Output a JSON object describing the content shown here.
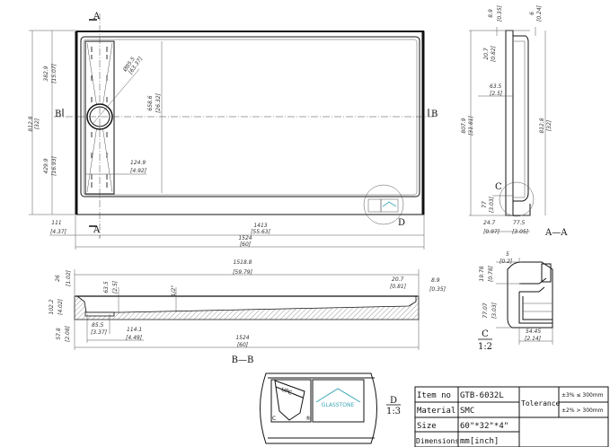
{
  "plan_view": {
    "section_a_top": "A",
    "section_a_bottom": "A",
    "section_b_left": "B",
    "section_b_right": "B",
    "detail_d": "D",
    "dims": {
      "overall_height": "812.8",
      "overall_height_in": "[32]",
      "upper": "382.9",
      "upper_in": "[15.07]",
      "lower": "429.9",
      "lower_in": "[16.93]",
      "drain_dia": "Ø85.5",
      "drain_dia_in": "[63.37]",
      "channel_len": "658.6",
      "channel_len_in": "[26.32]",
      "channel_w": "124.9",
      "channel_w_in": "[4.92]",
      "offset": "111",
      "offset_in": "[4.37]",
      "inner_len": "1413",
      "inner_len_in": "[55.63]",
      "overall_len": "1524",
      "overall_len_in": "[60]"
    }
  },
  "section_aa": {
    "title": "A—A",
    "detail_c": "C",
    "dims": {
      "a": "8.9",
      "a_in": "[0.35]",
      "b": "6",
      "b_in": "[0.24]",
      "c": "20.7",
      "c_in": "[0.82]",
      "d": "63.5",
      "d_in": "[2.5]",
      "e": "807.9",
      "e_in": "[31.81]",
      "f": "812.8",
      "f_in": "[32]",
      "g": "77",
      "g_in": "[3.03]",
      "h": "24.7",
      "h_in": "[0.97]",
      "i": "77.5",
      "i_in": "[3.05]"
    }
  },
  "section_bb": {
    "title": "B—B",
    "dims": {
      "len": "1518.8",
      "len_in": "[59.79]",
      "rim": "26",
      "rim_in": "[1.02]",
      "depth": "63.5",
      "depth_in": "[2.5]",
      "slope": "1/2°",
      "edge": "20.7",
      "edge_in": "[0.81]",
      "lip": "8.9",
      "lip_in": "[0.35]",
      "height": "102.2",
      "height_in": "[4.02]",
      "base": "57.8",
      "base_in": "[2.08]",
      "drain": "85.5",
      "drain_in": "[3.37]",
      "drain_off": "114.1",
      "drain_off_in": "[4.49]",
      "total": "1524",
      "total_in": "[60]"
    }
  },
  "detail_c": {
    "title": "C",
    "scale": "1:2",
    "dims": {
      "a": "5",
      "a_in": "[0.2]",
      "b": "19.78",
      "b_in": "[0.78]",
      "c": "77.07",
      "c_in": "[3.03]",
      "d": "54.45",
      "d_in": "[2.14]"
    }
  },
  "detail_d": {
    "title": "D",
    "scale": "1:3",
    "logo_upc": "UPC",
    "logo_c": "C",
    "logo_r": "®",
    "logo_glasstone": "GLASSTONE"
  },
  "title_block": {
    "rows": [
      {
        "label": "Item no",
        "value": "GTB-6032L"
      },
      {
        "label": "Material",
        "value": "SMC"
      },
      {
        "label": "Size",
        "value": "60\"*32\"*4\""
      },
      {
        "label": "Dimensions",
        "value": "mm[inch]"
      }
    ],
    "tolerance_label": "Tolerance",
    "tolerance_values": [
      "±3% ≤ 300mm",
      "±2% > 300mm"
    ]
  },
  "colors": {
    "line": "#111111",
    "logo_teal": "#3aa7b8"
  }
}
